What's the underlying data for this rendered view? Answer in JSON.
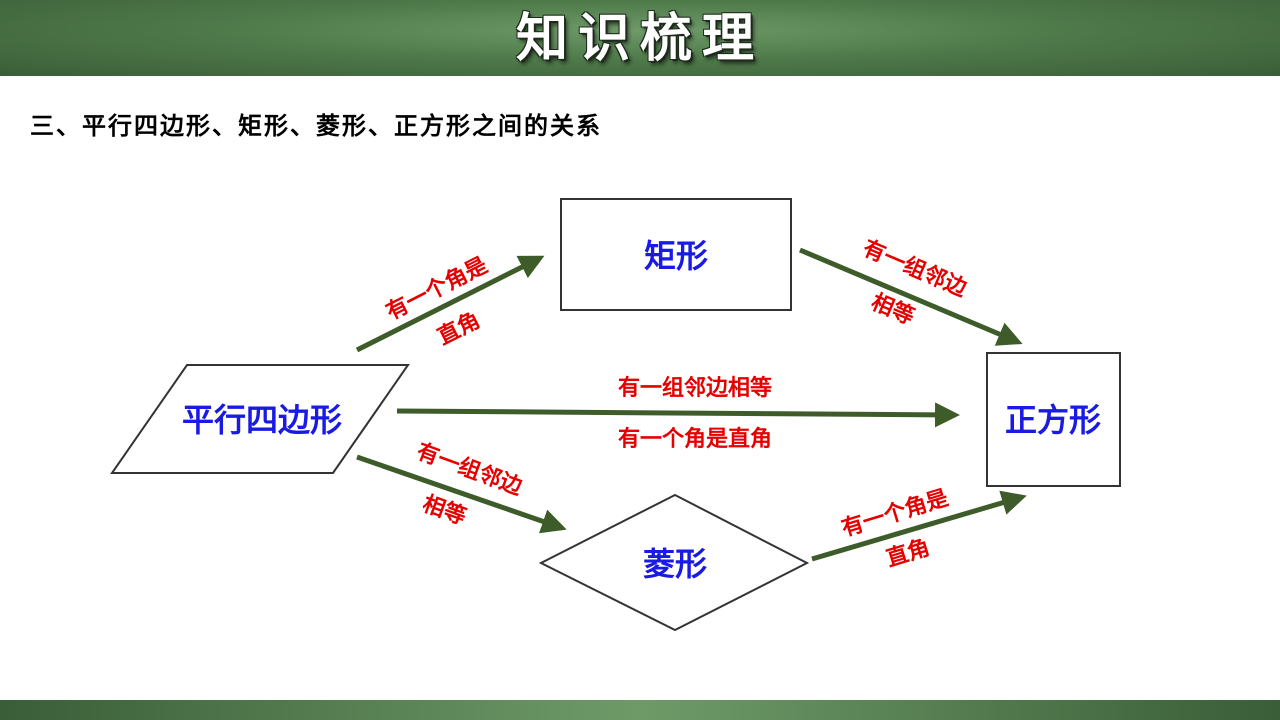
{
  "header": {
    "title": "知识梳理"
  },
  "section": {
    "heading": "三、平行四边形、矩形、菱形、正方形之间的关系"
  },
  "shapes": {
    "parallelogram": "平行四边形",
    "rectangle": "矩形",
    "rhombus": "菱形",
    "square": "正方形"
  },
  "conditions": {
    "para_to_rect": {
      "line1": "有一个角是",
      "line2": "直角"
    },
    "rect_to_square": {
      "line1": "有一组邻边",
      "line2": "相等"
    },
    "para_to_square": {
      "line1": "有一组邻边相等",
      "line2": "有一个角是直角"
    },
    "para_to_rhombus": {
      "line1": "有一组邻边",
      "line2": "相等"
    },
    "rhombus_to_square": {
      "line1": "有一个角是",
      "line2": "直角"
    }
  },
  "colors": {
    "label_blue": "#1a1ae6",
    "condition_red": "#e60000",
    "arrow_green": "#3d5c2a",
    "header_green": "#4f7a4a"
  }
}
